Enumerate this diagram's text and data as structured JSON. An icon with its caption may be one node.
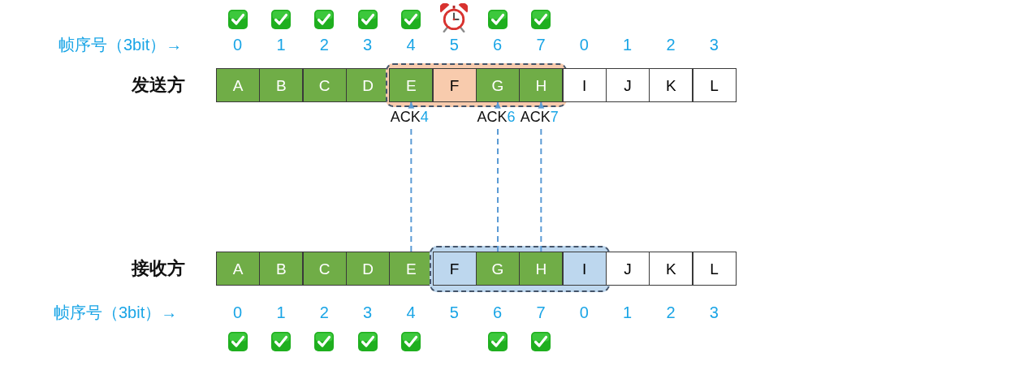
{
  "diagram": {
    "nodes": [
      {
        "text": [
          "A"
        ]
      },
      {
        "text": [
          "B"
        ]
      },
      {
        "text": [
          "C"
        ]
      },
      {
        "text": [
          "D"
        ]
      },
      {
        "text": [],
        "shape": "box"
      },
      {
        "text": [
          "E"
        ],
        "in": 4
      },
      {
        "text": [
          "F"
        ],
        "in": 4
      },
      {
        "text": [
          "G"
        ],
        "in": 4
      },
      {
        "text": [
          "H"
        ],
        "in": 4
      },
      {
        "text": [
          "I"
        ]
      },
      {
        "text": [
          "J"
        ]
      },
      {
        "text": [
          "K"
        ]
      },
      {
        "text": [
          "L"
        ]
      },
      {
        "text": [
          "A"
        ]
      },
      {
        "text": [
          "B"
        ]
      },
      {
        "text": [
          "C"
        ]
      },
      {
        "text": [
          "D"
        ]
      },
      {
        "text": [
          "E"
        ]
      },
      {
        "text": [],
        "shape": "box"
      },
      {
        "text": [
          "F"
        ],
        "in": 18
      },
      {
        "text": [
          "G"
        ],
        "in": 18
      },
      {
        "text": [
          "H"
        ],
        "in": 18
      },
      {
        "text": [
          "I"
        ],
        "in": 18
      },
      {
        "text": [
          "J"
        ]
      },
      {
        "text": [
          "K"
        ]
      },
      {
        "text": [
          "L"
        ]
      }
    ],
    "edges": [
      {
        "from": 17,
        "to": 5,
        "arrow": "to",
        "label": "ACK4",
        "style": "dashed"
      },
      {
        "from": 20,
        "to": 7,
        "arrow": "to",
        "label": "ACK6",
        "style": "dashed"
      },
      {
        "from": 21,
        "to": 8,
        "arrow": "to",
        "label": "ACK7",
        "style": "dashed"
      }
    ],
    "labels": [
      "帧序号（3bit）→",
      "0",
      "1",
      "2",
      "3",
      "4",
      "5",
      "6",
      "7",
      "0",
      "1",
      "2",
      "3",
      "发送方",
      "接收方",
      "帧序号（3bit）→",
      "0",
      "1",
      "2",
      "3",
      "4",
      "5",
      "6",
      "7",
      "0",
      "1",
      "2",
      "3"
    ]
  }
}
